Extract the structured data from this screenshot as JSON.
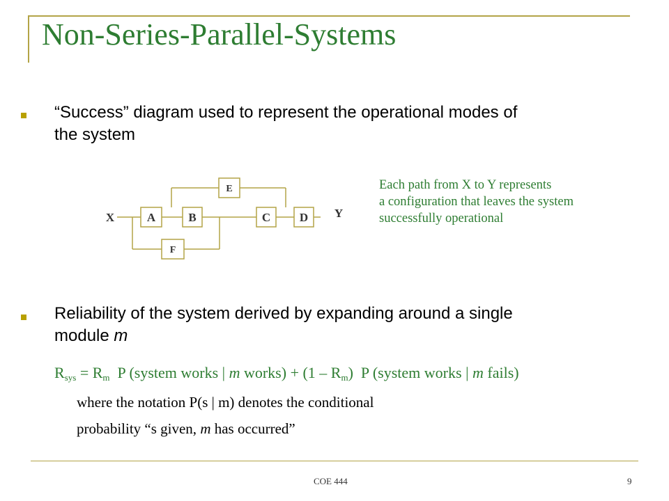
{
  "slide": {
    "title": "Non-Series-Parallel-Systems",
    "bullets": [
      {
        "line1": "“Success” diagram used to represent the operational modes of",
        "line2": "the system"
      },
      {
        "line1": "Reliability of the system derived by expanding around a single",
        "line2_prefix": "module ",
        "line2_var": "m"
      }
    ],
    "note": [
      "Each path from X to Y represents",
      "a configuration that leaves the system",
      "successfully operational"
    ],
    "formula": {
      "r1": "R",
      "r1_sub": "sys",
      "eq": " = R",
      "eq_sub": "m",
      "p1": "  P (system works | ",
      "m1": "m",
      "p2": " works) + (1 – R",
      "p2_sub": "m",
      "p3": ")  P (system works | ",
      "m2": "m",
      "p4": " fails)"
    },
    "where_line1": "where the notation P(s | m) denotes the conditional",
    "where_line2_a": "probability “s given, ",
    "where_line2_m": "m",
    "where_line2_b": " has occurred”",
    "footer_center": "COE 444",
    "page_number": "9"
  },
  "diagram": {
    "nodes": {
      "x": "X",
      "y": "Y"
    },
    "blocks": {
      "a": "A",
      "b": "B",
      "c": "C",
      "d": "D",
      "e": "E",
      "f": "F"
    }
  },
  "colors": {
    "accent": "#B3A447",
    "title": "#2E7D32",
    "bullet": "#B8A000",
    "block_border": "#B3A447",
    "wire": "#B3A447"
  }
}
